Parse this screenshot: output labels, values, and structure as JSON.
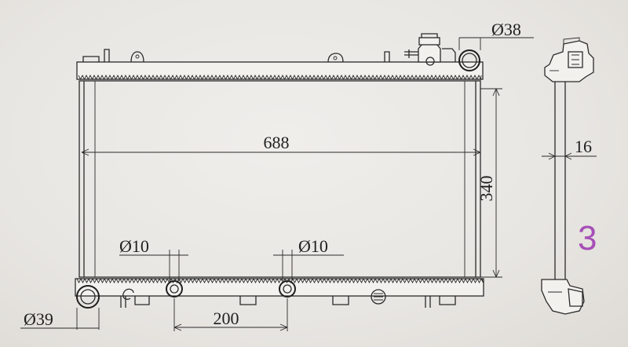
{
  "dimensions": {
    "width": "688",
    "height": "340",
    "core_thickness": "16",
    "inlet_diameter": "Ø38",
    "outlet_diameter": "Ø39",
    "fitting_diameter_left": "Ø10",
    "fitting_diameter_right": "Ø10",
    "fitting_spacing": "200"
  },
  "marker": "3"
}
